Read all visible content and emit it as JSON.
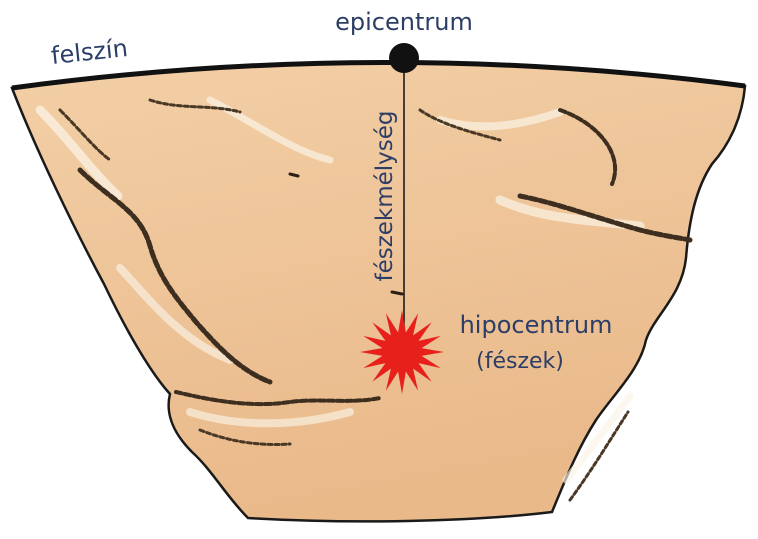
{
  "labels": {
    "surface": "felszín",
    "epicenter": "epicentrum",
    "focal_depth": "fészekmélység",
    "hypocenter_line1": "hipocentrum",
    "hypocenter_line2": "(fészek)"
  },
  "colors": {
    "ground_fill": "#f0c79a",
    "ground_stroke": "#1a1a1a",
    "rock_shadow": "#4a3826",
    "rock_highlight": "#fbf3e6",
    "label_text": "#2c3e66",
    "epicenter_dot": "#111111",
    "hypocenter_star": "#e8201c",
    "depth_line": "#111111"
  },
  "icons": {
    "epicenter": "black-circle-marker",
    "hypocenter": "red-burst-star"
  }
}
